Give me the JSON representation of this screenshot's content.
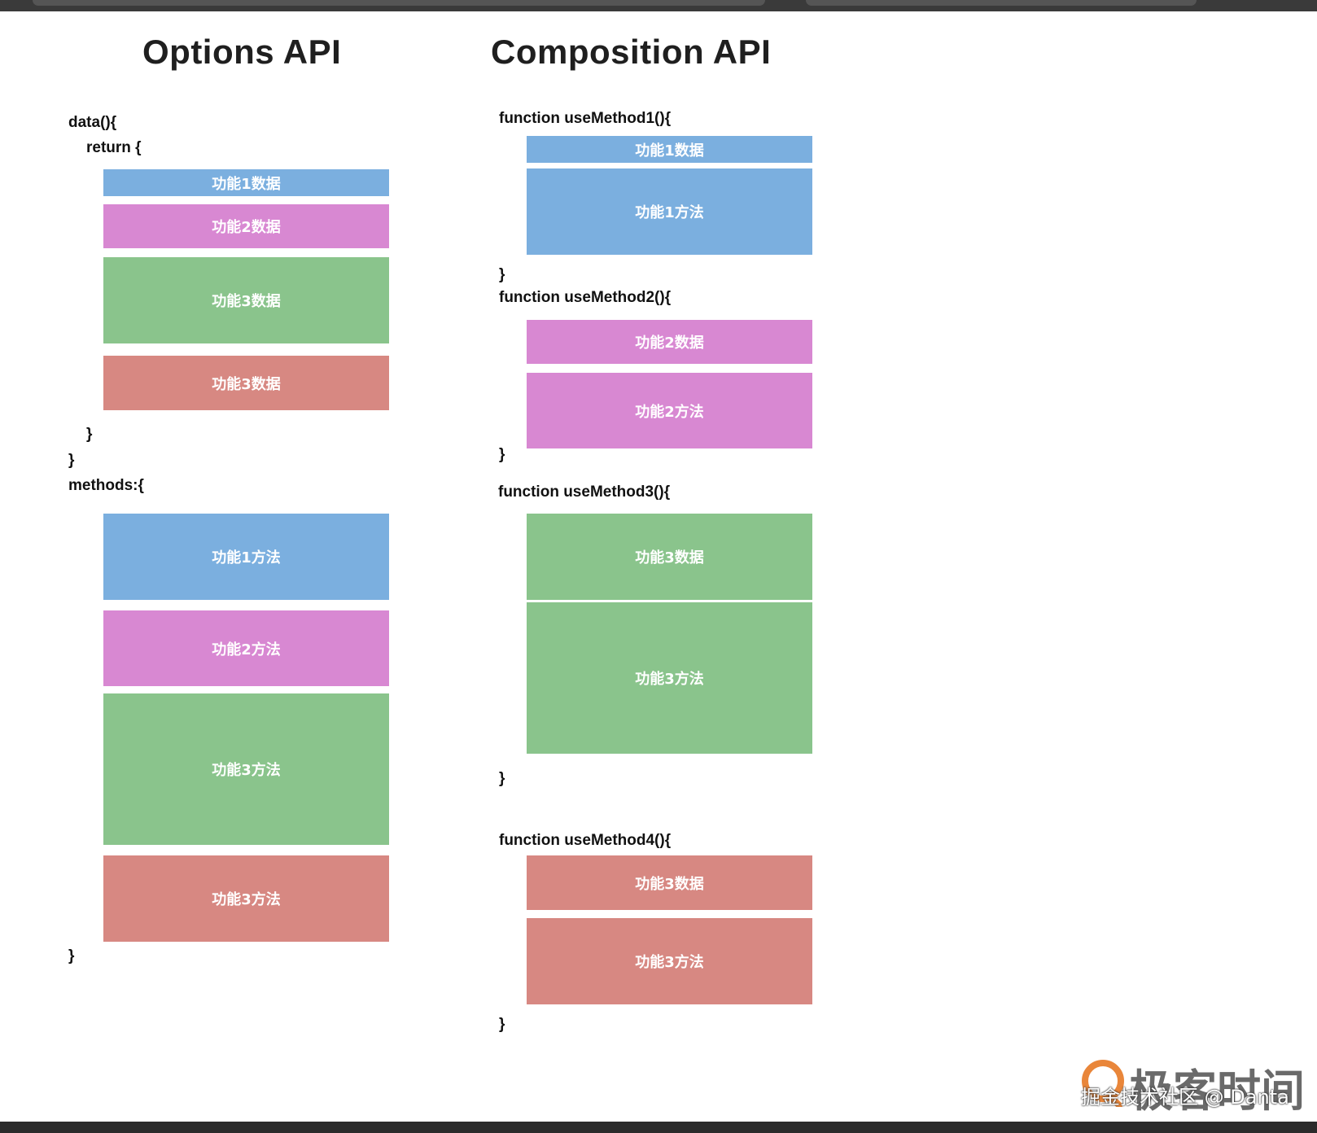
{
  "options_api": {
    "title": "Options API",
    "data_open": "data(){",
    "return_open": "return {",
    "return_close": "}",
    "data_close": "}",
    "methods_open": "methods:{",
    "methods_close": "}",
    "data_blocks": [
      "功能1数据",
      "功能2数据",
      "功能3数据",
      "功能3数据"
    ],
    "method_blocks": [
      "功能1方法",
      "功能2方法",
      "功能3方法",
      "功能3方法"
    ]
  },
  "composition_api": {
    "title": "Composition API",
    "functions": [
      {
        "header": "function useMethod1(){",
        "blocks": [
          "功能1数据",
          "功能1方法"
        ],
        "close": "}"
      },
      {
        "header": "function useMethod2(){",
        "blocks": [
          "功能2数据",
          "功能2方法"
        ],
        "close": "}"
      },
      {
        "header": "function useMethod3(){",
        "blocks": [
          "功能3数据",
          "功能3方法"
        ],
        "close": "}"
      },
      {
        "header": "function useMethod4(){",
        "blocks": [
          "功能3数据",
          "功能3方法"
        ],
        "close": "}"
      }
    ]
  },
  "colors": {
    "blue": "#7bafdf",
    "pink": "#d888d2",
    "green": "#8ac48c",
    "red": "#d78882"
  },
  "watermark": {
    "brand": "极客时间",
    "overlay": "掘金技术社区 @ Danta",
    "logo_icon": "geektime-logo-icon"
  }
}
